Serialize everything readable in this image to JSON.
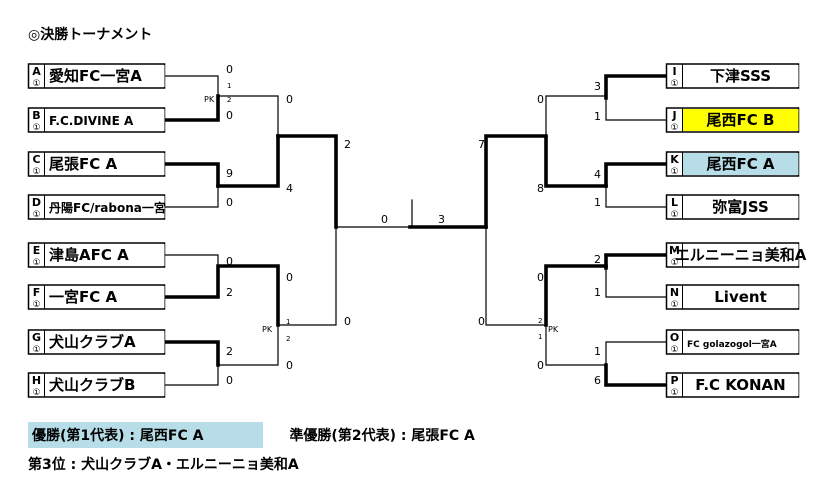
{
  "title": "◎決勝トーナメント",
  "colors": {
    "line": "#000000",
    "highlight_yellow": "#FFFF00",
    "highlight_blue": "#B6DDE8"
  },
  "teams": [
    {
      "letter": "A",
      "sub": "①",
      "name": "愛知FC一宮A",
      "highlight": "none"
    },
    {
      "letter": "B",
      "sub": "①",
      "name": "F.C.DIVINE A",
      "highlight": "none"
    },
    {
      "letter": "C",
      "sub": "①",
      "name": "尾張FC A",
      "highlight": "none"
    },
    {
      "letter": "D",
      "sub": "①",
      "name": "丹陽FC/rabona一宮",
      "highlight": "none"
    },
    {
      "letter": "E",
      "sub": "①",
      "name": "津島AFC A",
      "highlight": "none"
    },
    {
      "letter": "F",
      "sub": "①",
      "name": "一宮FC A",
      "highlight": "none"
    },
    {
      "letter": "G",
      "sub": "①",
      "name": "犬山クラブA",
      "highlight": "none"
    },
    {
      "letter": "H",
      "sub": "①",
      "name": "犬山クラブB",
      "highlight": "none"
    },
    {
      "letter": "I",
      "sub": "①",
      "name": "下津SSS",
      "highlight": "none"
    },
    {
      "letter": "J",
      "sub": "①",
      "name": "尾西FC B",
      "highlight": "yellow"
    },
    {
      "letter": "K",
      "sub": "①",
      "name": "尾西FC A",
      "highlight": "blue"
    },
    {
      "letter": "L",
      "sub": "①",
      "name": "弥富JSS",
      "highlight": "none"
    },
    {
      "letter": "M",
      "sub": "①",
      "name": "エルニーニョ美和A",
      "highlight": "none"
    },
    {
      "letter": "N",
      "sub": "①",
      "name": "Livent",
      "highlight": "none"
    },
    {
      "letter": "O",
      "sub": "①",
      "name": "FC golazogol一宮A",
      "highlight": "none"
    },
    {
      "letter": "P",
      "sub": "①",
      "name": "F.C KONAN",
      "highlight": "none"
    }
  ],
  "scores": {
    "a": "0",
    "a_pk": "1",
    "b": "0",
    "b_pk": "2",
    "ab_top": "0",
    "ab_pk_label": "PK",
    "c": "9",
    "d": "0",
    "cd_bottom": "4",
    "abcd": "2",
    "e": "0",
    "f": "2",
    "ef_top": "0",
    "g": "2",
    "h": "0",
    "gh_bottom": "0",
    "efgh_pk_label": "PK",
    "efgh_pk_top": "1",
    "efgh_pk_bottom": "2",
    "efgh": "0",
    "final_left": "0",
    "final_right": "3",
    "i": "3",
    "j": "1",
    "ij_top": "0",
    "k": "4",
    "l": "1",
    "kl_bottom": "8",
    "ijkl": "7",
    "m": "2",
    "n": "1",
    "mn_top": "0",
    "o": "1",
    "p": "6",
    "op_bottom": "0",
    "mnop_pk_label": "PK",
    "mnop_pk_top": "2",
    "mnop_pk_bottom": "1",
    "mnop": "0"
  },
  "results": {
    "winner": "優勝(第1代表) : 尾西FC A",
    "runner_up": "準優勝(第2代表) : 尾張FC A",
    "third": "第3位 : 犬山クラブA・エルニーニョ美和A"
  }
}
